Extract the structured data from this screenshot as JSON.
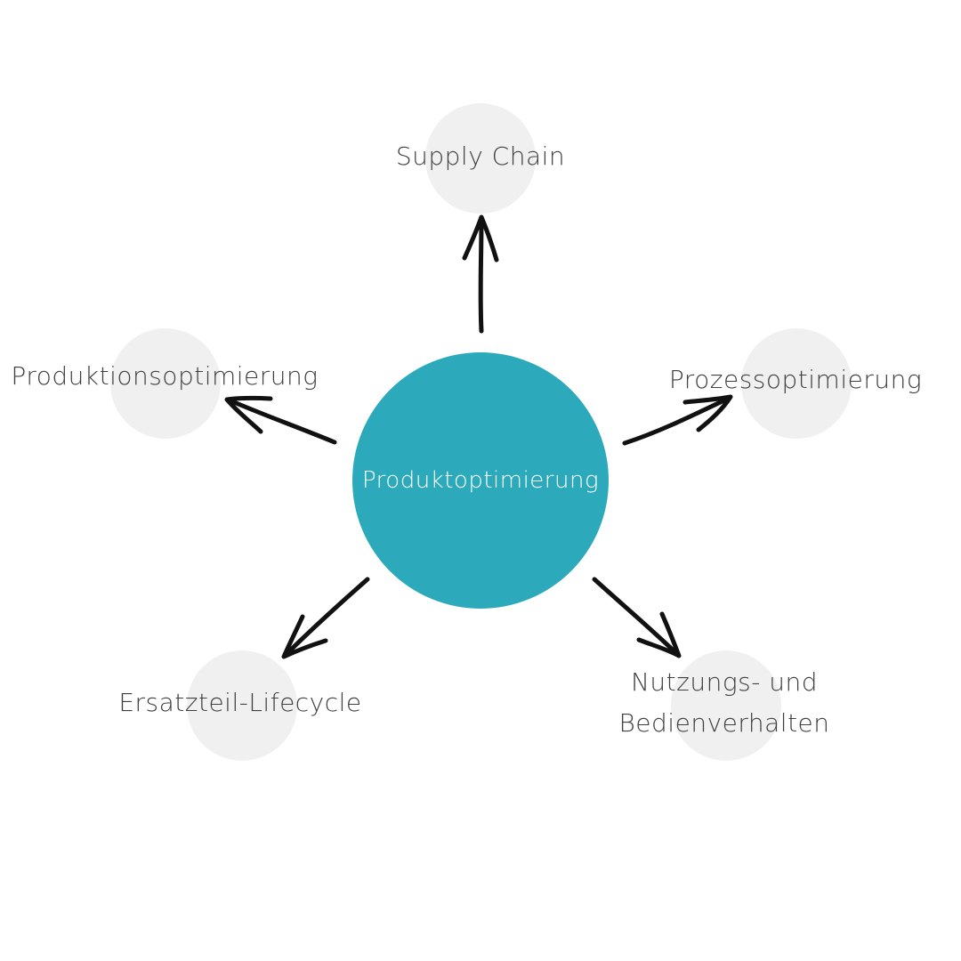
{
  "center": {
    "label": "Produktoptimierung"
  },
  "nodes": {
    "supply_chain": "Supply Chain",
    "produktionsoptimierung": "Produktionsoptimierung",
    "prozessoptimierung": "Prozessoptimierung",
    "ersatzteil_lifecycle": "Ersatzteil-Lifecycle",
    "nutzung_line1": "Nutzungs- und",
    "nutzung_line2": "Bedienverhalten"
  },
  "colors": {
    "center_fill": "#2caabc",
    "node_fill": "#f0f0f0",
    "text": "#3f3f3f",
    "arrow": "#111111"
  }
}
